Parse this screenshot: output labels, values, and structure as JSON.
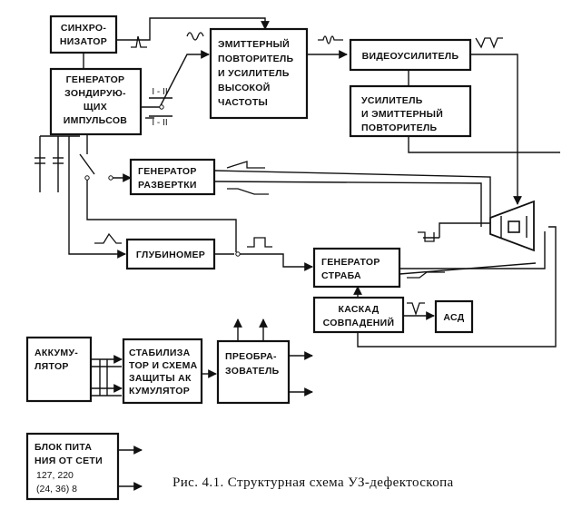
{
  "blocks": {
    "sync": [
      "СИНХРО-",
      "НИЗАТОР"
    ],
    "pulse_gen": [
      "ГЕНЕРАТОР",
      "ЗОНДИРУЮ-",
      "ЩИХ",
      "ИМПУЛЬСОВ"
    ],
    "emitter_rf": [
      "ЭМИТТЕРНЫЙ",
      "ПОВТОРИТЕЛЬ",
      "И УСИЛИТЕЛЬ",
      "ВЫСОКОЙ",
      "ЧАСТОТЫ"
    ],
    "video_amp": [
      "ВИДЕОУСИЛИТЕЛЬ"
    ],
    "amp_emitter": [
      "УСИЛИТЕЛЬ",
      "И ЭМИТТЕРНЫЙ",
      "ПОВТОРИТЕЛЬ"
    ],
    "sweep_gen": [
      "ГЕНЕРАТОР",
      "РАЗВЕРТКИ"
    ],
    "depth_gauge": [
      "ГЛУБИНОМЕР"
    ],
    "strobe_gen": [
      "ГЕНЕРАТОР",
      "СТРАБА"
    ],
    "coincidence": [
      "КАСКАД",
      "СОВПАДЕНИЙ"
    ],
    "asd": [
      "АСД"
    ],
    "battery": [
      "АККУМУ-",
      "ЛЯТОР"
    ],
    "stabilizer": [
      "СТАБИЛИЗА",
      "ТОР И СХЕМА",
      "ЗАЩИТЫ АК",
      "КУМУЛЯТОР"
    ],
    "converter": [
      "ПРЕОБРА-",
      "ЗОВАТЕЛЬ"
    ],
    "power_unit": [
      "БЛОК ПИТА",
      "НИЯ ОТ СЕТИ",
      "127, 220",
      "(24, 36)  8"
    ]
  },
  "switch_labels": {
    "upper": "I - II",
    "lower": "I - II"
  },
  "caption": "Рис.  4.1.  Структурная  схема  УЗ-дефектоскопа"
}
